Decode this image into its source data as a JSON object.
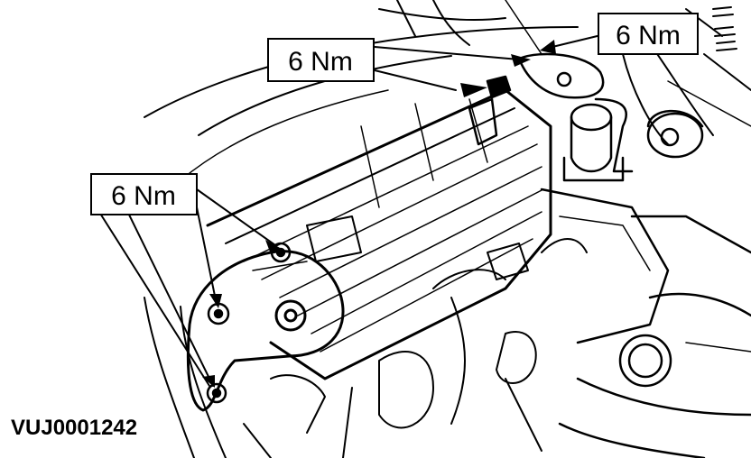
{
  "callouts": [
    {
      "label": "6 Nm"
    },
    {
      "label": "6 Nm"
    },
    {
      "label": "6 Nm"
    }
  ],
  "reference_code": "VUJ0001242",
  "colors": {
    "ink": "#000000",
    "background": "#ffffff"
  }
}
